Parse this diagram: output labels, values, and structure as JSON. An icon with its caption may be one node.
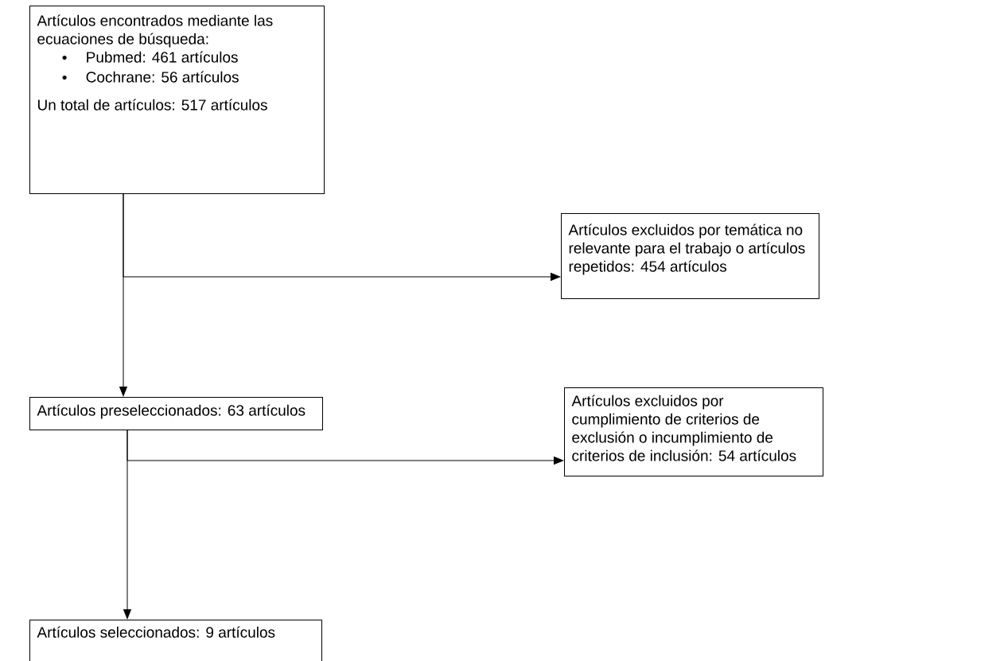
{
  "diagram": {
    "nodes": [
      {
        "text": [
          "Artículos encontrados mediante las ecuaciones de búsqueda:",
          "Pubmed: 461 artículos",
          "Cochrane: 56 artículos",
          "Un total de artículos: 517 artículos"
        ]
      },
      {
        "text": [
          "Artículos excluidos por temática no relevante para el trabajo o artículos repetidos: 454 artículos"
        ]
      },
      {
        "text": [
          "Artículos preseleccionados: 63 artículos"
        ]
      },
      {
        "text": [
          "Artículos excluidos por cumplimiento de criterios de exclusión o incumplimiento de criterios de inclusión: 54 artículos"
        ]
      },
      {
        "text": [
          "Artículos seleccionados: 9 artículos"
        ]
      }
    ],
    "edges": [
      {
        "from": 0,
        "to": 2,
        "arrow": "to"
      },
      {
        "from": 0,
        "to": 1,
        "arrow": "to"
      },
      {
        "from": 2,
        "to": 4,
        "arrow": "to"
      },
      {
        "from": 2,
        "to": 3,
        "arrow": "to"
      }
    ]
  }
}
